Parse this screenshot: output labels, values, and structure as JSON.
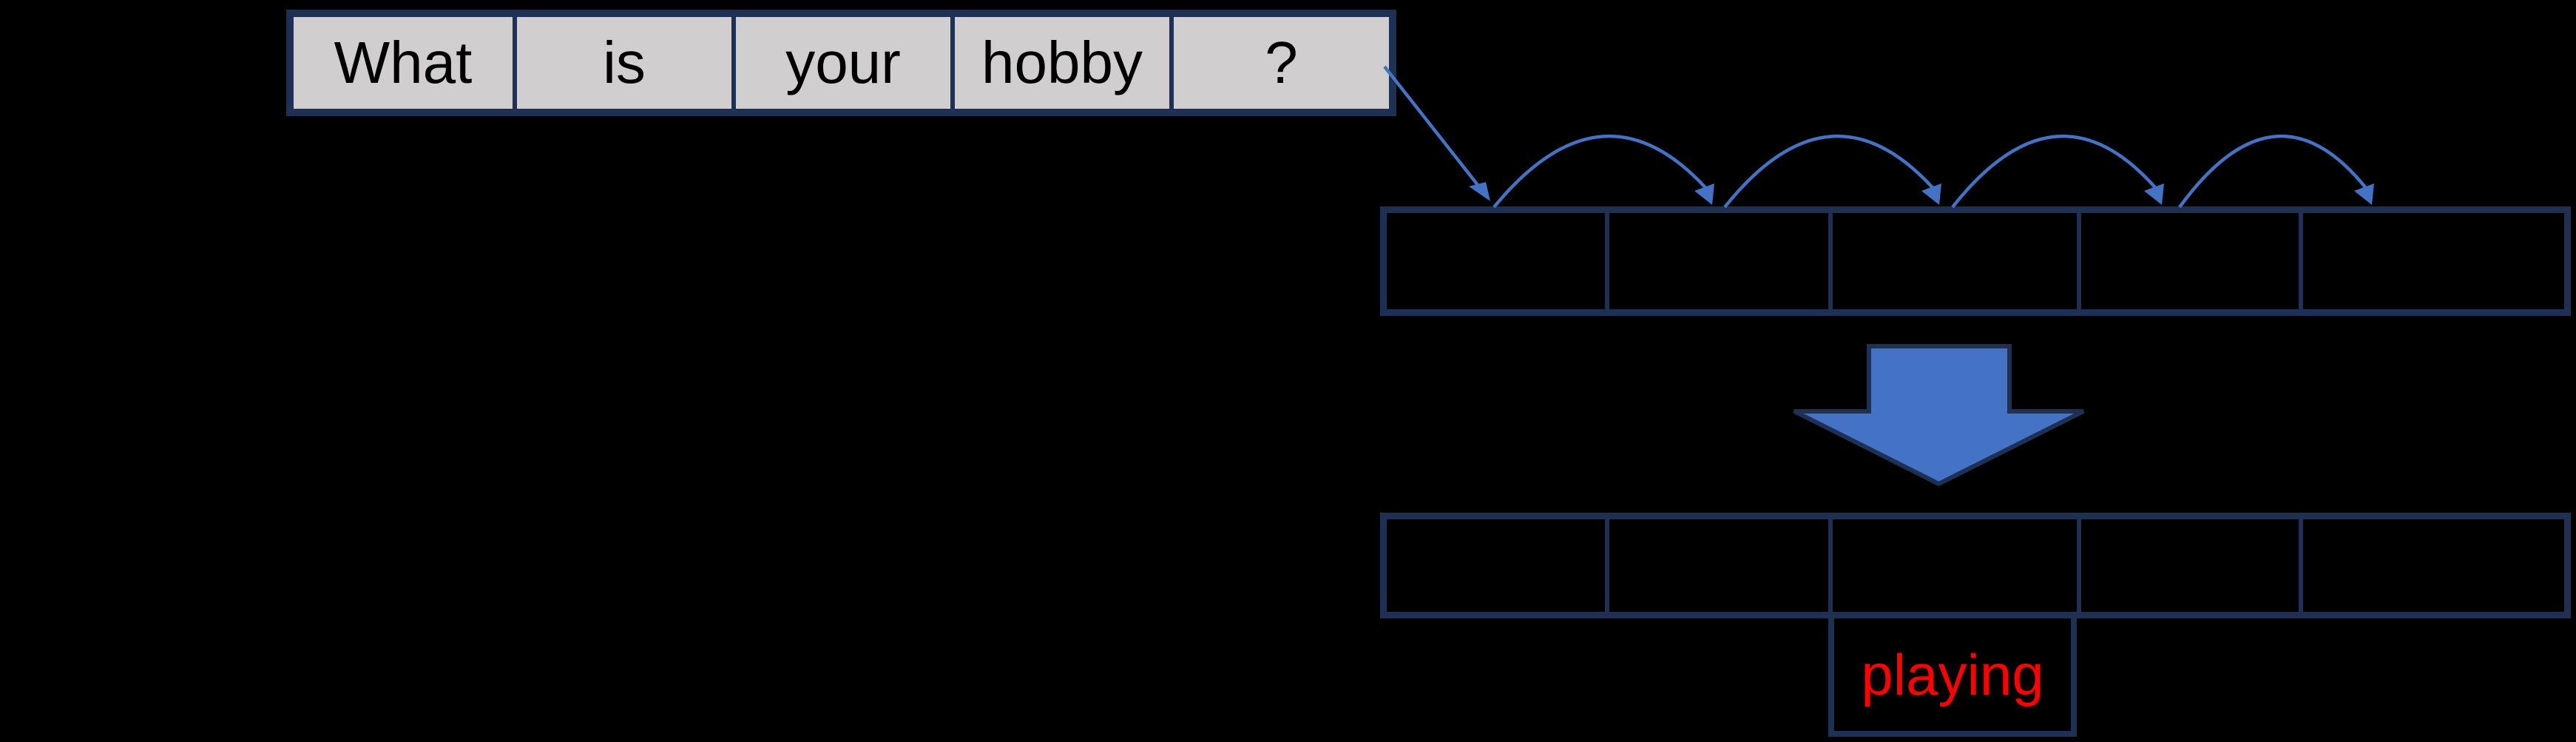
{
  "diagram": {
    "background_color": "#000000",
    "colors": {
      "border_navy": "#1e3054",
      "arrow_blue": "#4472c4",
      "sentence_cell_gray": "#d0cece",
      "answer_red": "#ff0000",
      "sentence_text_black": "#000000"
    },
    "sentence_row": {
      "words": [
        "What",
        "is",
        "your",
        "hobby",
        "?"
      ]
    },
    "encoding_row": {
      "cells": [
        "",
        "",
        "",
        "",
        ""
      ]
    },
    "decoding_row": {
      "cells": [
        "",
        "",
        "",
        "",
        ""
      ]
    },
    "answer_box": {
      "label": "playing"
    },
    "icons": {
      "flow_arrow": "diagonal-arrow",
      "hop_arcs": "curved-hop-arrow-x4",
      "down_arrow": "block-down-arrow"
    }
  }
}
